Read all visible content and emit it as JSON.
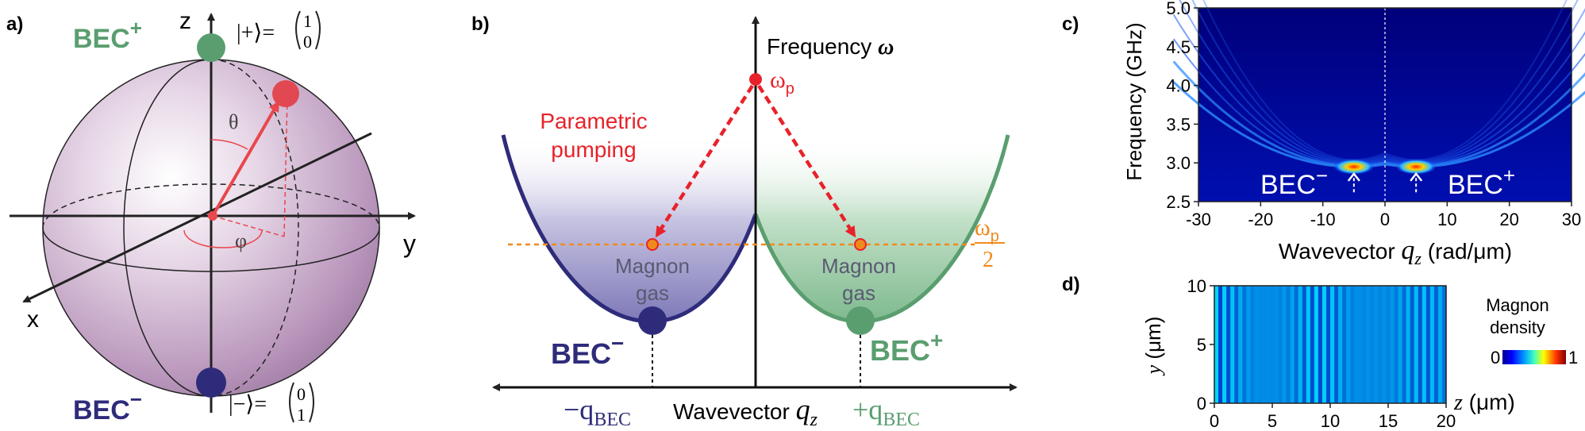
{
  "panels": {
    "a": {
      "label": "a)",
      "bec_plus": "BEC",
      "bec_plus_sup": "+",
      "bec_minus": "BEC",
      "bec_minus_sup": "−",
      "axis_z": "z",
      "axis_x": "x",
      "axis_y": "y",
      "theta": "θ",
      "phi": "φ",
      "ket_plus": "|+⟩=",
      "ket_plus_top": "1",
      "ket_plus_bottom": "0",
      "ket_minus": "|−⟩=",
      "ket_minus_top": "0",
      "ket_minus_bottom": "1",
      "colors": {
        "bec_plus": "#5a9e6f",
        "bec_minus": "#2e2c7a",
        "vector": "#e8474d",
        "sphere": "#b48fb4"
      }
    },
    "b": {
      "label": "b)",
      "freq_axis": "Frequency ",
      "freq_symbol": "ω",
      "omega_p": "ω",
      "omega_p_sub": "p",
      "omega_p_half_num": "ω",
      "omega_p_half_sub": "p",
      "omega_p_half_den": "2",
      "pumping_line1": "Parametric",
      "pumping_line2": "pumping",
      "magnon_left_1": "Magnon",
      "magnon_left_2": "gas",
      "magnon_right_1": "Magnon",
      "magnon_right_2": "gas",
      "bec_minus": "BEC",
      "bec_minus_sup": "−",
      "bec_plus": "BEC",
      "bec_plus_sup": "+",
      "q_minus": "−q",
      "q_minus_sub": "BEC",
      "wavevector": "Wavevector ",
      "q_z": "q",
      "q_z_sub": "z",
      "q_plus": "+q",
      "q_plus_sub": "BEC",
      "colors": {
        "left": "#2e2c7a",
        "right": "#5a9e6f",
        "pump": "#e8222a",
        "half": "#f08a1c"
      }
    },
    "c": {
      "label": "c)",
      "ylabel": "Frequency (GHz)",
      "xlabel_prefix": "Wavevector ",
      "xlabel_q": "q",
      "xlabel_sub": "z",
      "xlabel_unit": " (rad/μm)",
      "bec_minus": "BEC",
      "bec_minus_sup": "−",
      "bec_plus": "BEC",
      "bec_plus_sup": "+"
    },
    "d": {
      "label": "d)",
      "ylabel_y": "y",
      "ylabel_unit": " (μm)",
      "xlabel_z": "z",
      "xlabel_unit": " (μm)",
      "colorbar_title_1": "Magnon",
      "colorbar_title_2": "density",
      "colorbar_min": "0",
      "colorbar_max": "1"
    }
  },
  "chart_data": [
    {
      "type": "heatmap",
      "panel": "c",
      "ylabel": "Frequency (GHz)",
      "xlabel": "Wavevector qz (rad/μm)",
      "xlim": [
        -30,
        30
      ],
      "ylim": [
        2.5,
        5.0
      ],
      "x_ticks": [
        "-30",
        "-20",
        "-10",
        "0",
        "10",
        "20",
        "30"
      ],
      "y_ticks": [
        "2.5",
        "3.0",
        "3.5",
        "4.0",
        "4.5",
        "5.0"
      ],
      "x_tick_values": [
        -30,
        -20,
        -10,
        0,
        10,
        20,
        30
      ],
      "y_tick_values": [
        2.5,
        3.0,
        3.5,
        4.0,
        4.5,
        5.0
      ],
      "dispersion_minima": [
        {
          "x": -5,
          "y": 2.95
        },
        {
          "x": 5,
          "y": 2.95
        }
      ],
      "colormap": "jet"
    },
    {
      "type": "heatmap",
      "panel": "d",
      "ylabel": "y (μm)",
      "xlabel": "z (μm)",
      "xlim": [
        0,
        20
      ],
      "ylim": [
        0,
        10
      ],
      "x_ticks": [
        "0",
        "5",
        "10",
        "15",
        "20"
      ],
      "y_ticks": [
        "0",
        "5",
        "10"
      ],
      "x_tick_values": [
        0,
        5,
        10,
        15,
        20
      ],
      "y_tick_values": [
        0,
        5,
        10
      ],
      "colorbar_range": [
        0,
        1
      ],
      "colormap": "jet"
    }
  ]
}
